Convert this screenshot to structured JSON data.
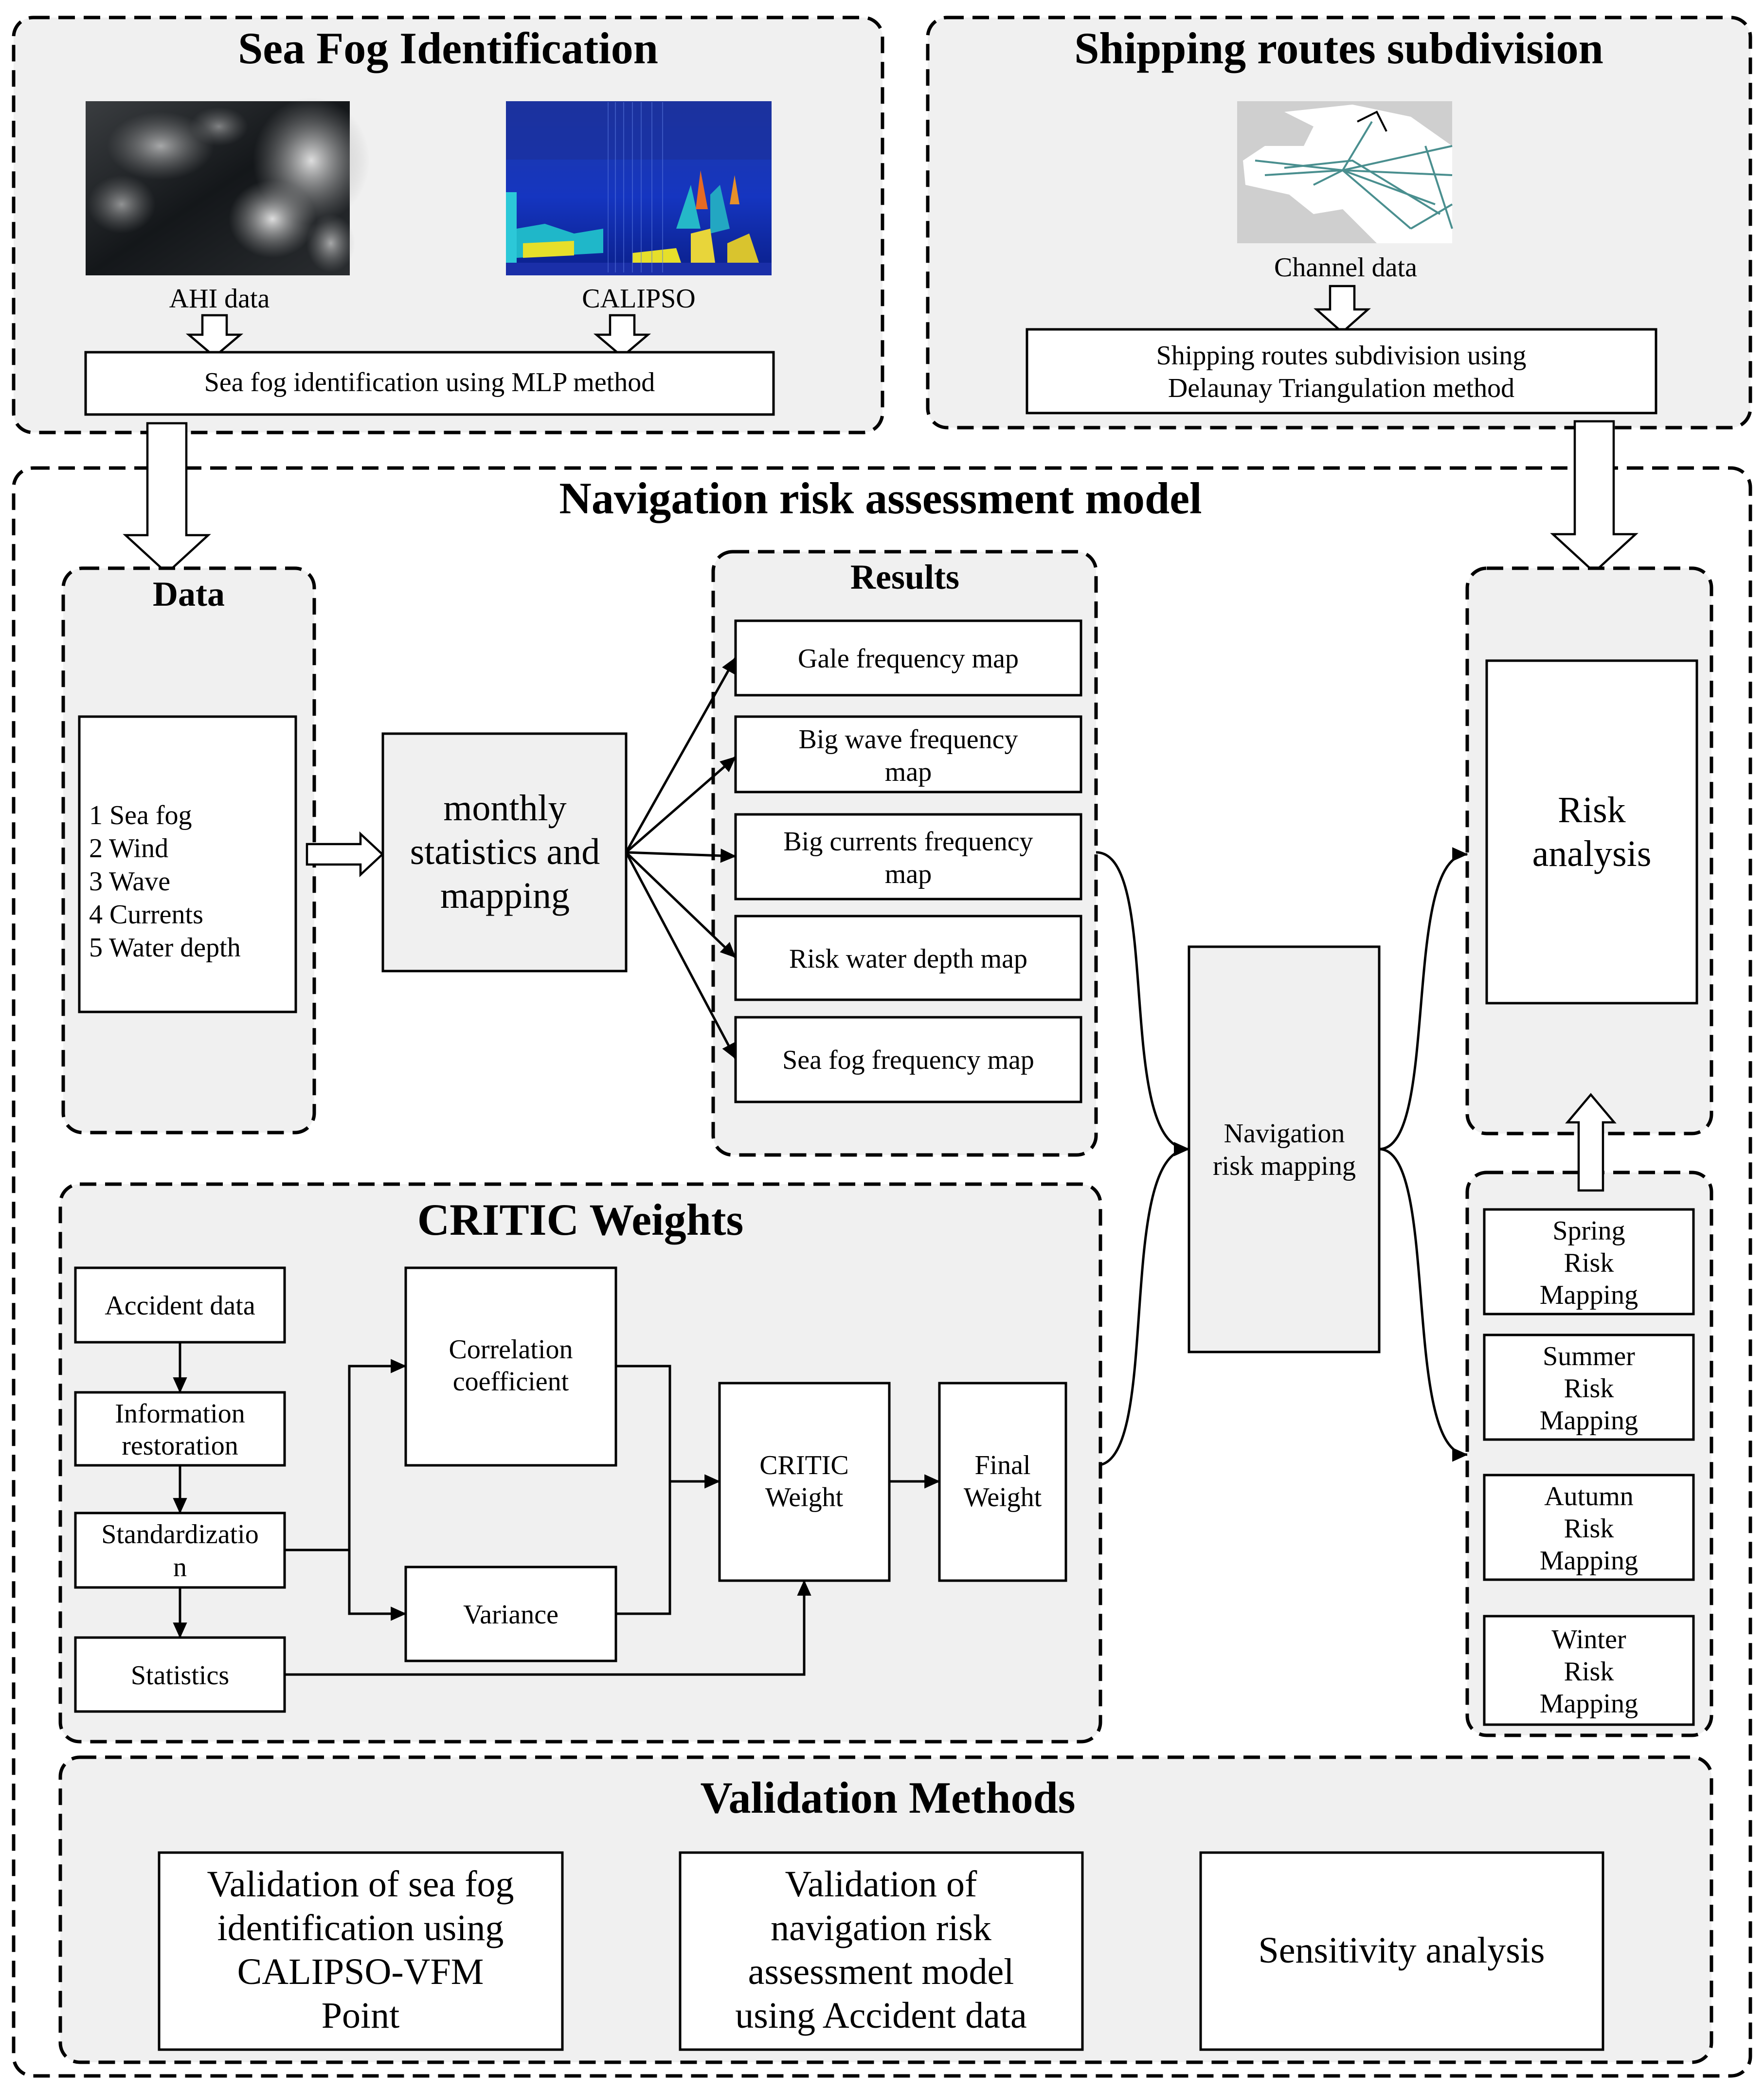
{
  "sea_fog_identification": {
    "title": "Sea Fog Identification",
    "image_ahi_label": "AHI data",
    "image_calipso_label": "CALIPSO",
    "method": "Sea fog identification using MLP method"
  },
  "shipping_routes": {
    "title": "Shipping routes subdivision",
    "image_label": "Channel data",
    "method_line1": "Shipping routes subdivision using",
    "method_line2": "Delaunay Triangulation method"
  },
  "model": {
    "title": "Navigation risk assessment model",
    "data_panel": {
      "title": "Data",
      "items": [
        "1 Sea fog",
        "2 Wind",
        "3 Wave",
        "4 Currents",
        "5 Water depth"
      ]
    },
    "monthly": {
      "line1": "monthly",
      "line2": "statistics and",
      "line3": "mapping"
    },
    "results": {
      "title": "Results",
      "items": [
        {
          "line1": "Gale frequency map",
          "line2": ""
        },
        {
          "line1": "Big wave frequency",
          "line2": "map"
        },
        {
          "line1": "Big currents frequency",
          "line2": "map"
        },
        {
          "line1": "Risk water depth map",
          "line2": ""
        },
        {
          "line1": "Sea fog frequency map",
          "line2": ""
        }
      ]
    },
    "navigation_mapping": {
      "line1": "Navigation",
      "line2": "risk mapping"
    },
    "risk_analysis": {
      "line1": "Risk",
      "line2": "analysis"
    },
    "seasons": [
      {
        "line1": "Spring",
        "line2": "Risk",
        "line3": "Mapping"
      },
      {
        "line1": "Summer",
        "line2": "Risk",
        "line3": "Mapping"
      },
      {
        "line1": "Autumn",
        "line2": "Risk",
        "line3": "Mapping"
      },
      {
        "line1": "Winter",
        "line2": "Risk",
        "line3": "Mapping"
      }
    ],
    "critic": {
      "title": "CRITIC Weights",
      "accident_data": "Accident data",
      "information_restoration": {
        "line1": "Information",
        "line2": "restoration"
      },
      "standardization": {
        "line1": "Standardizatio",
        "line2": "n"
      },
      "statistics": "Statistics",
      "correlation": {
        "line1": "Correlation",
        "line2": "coefficient"
      },
      "variance": "Variance",
      "critic_weight": {
        "line1": "CRITIC",
        "line2": "Weight"
      },
      "final_weight": {
        "line1": "Final",
        "line2": "Weight"
      }
    },
    "validation": {
      "title": "Validation Methods",
      "method1": {
        "line1": "Validation of sea fog",
        "line2": "identification  using",
        "line3": "CALIPSO-VFM",
        "line4": "Point"
      },
      "method2": {
        "line1": "Validation of",
        "line2": "navigation risk",
        "line3": "assessment model",
        "line4": "using Accident data"
      },
      "method3": "Sensitivity analysis"
    }
  },
  "colors": {
    "panel_fill": "#f0f0f0",
    "box_fill": "#ffffff",
    "stroke": "#000000"
  }
}
